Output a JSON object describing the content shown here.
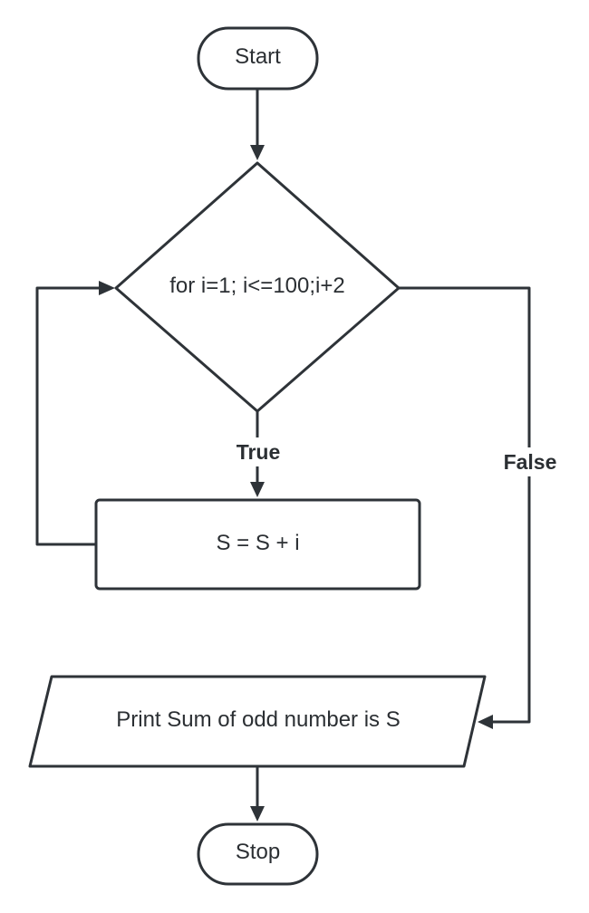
{
  "diagram": {
    "nodes": {
      "start": "Start",
      "loop_condition": "for i=1; i<=100;i+2",
      "accumulate": "S = S + i",
      "print_output": "Print Sum of odd number is S",
      "stop": "Stop"
    },
    "edges": {
      "true_label": "True",
      "false_label": "False"
    }
  }
}
